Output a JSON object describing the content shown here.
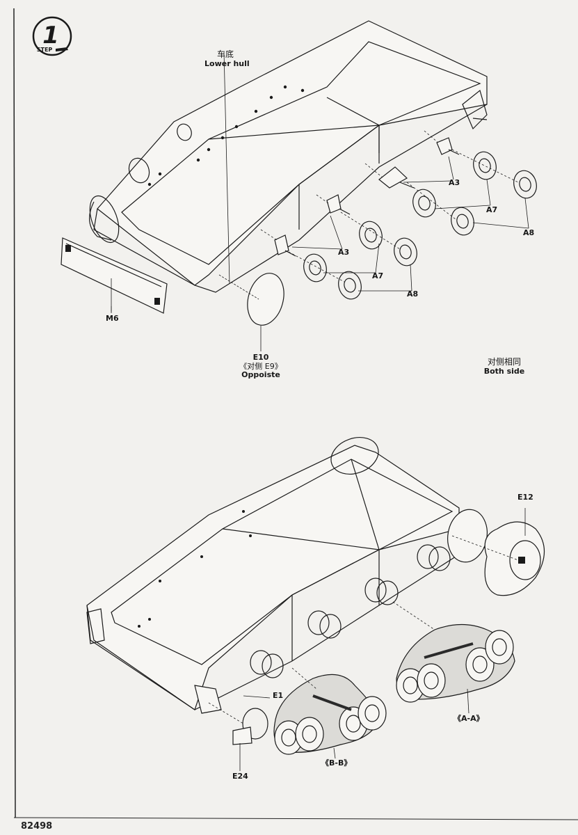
{
  "page": {
    "step_number": "1",
    "step_word": "STEP",
    "catalog_number": "82498"
  },
  "top_view": {
    "lower_hull_cn": "车底",
    "lower_hull_en": "Lower hull",
    "part_m6": "M6",
    "part_e10": "E10",
    "e10_note_cn": "《对侧  E9》",
    "e10_note_en": "Oppoiste",
    "a3_right": "A3",
    "a3_left": "A3",
    "a7_right": "A7",
    "a7_left": "A7",
    "a8_right": "A8",
    "a8_left": "A8",
    "both_side_cn": "对侧相同",
    "both_side_en": "Both side"
  },
  "bottom_view": {
    "part_e12": "E12",
    "part_e1": "E1",
    "part_e24": "E24",
    "section_aa": "《A-A》",
    "section_bb": "《B-B》"
  },
  "colors": {
    "line": "#1a1a1a",
    "paper": "#f2f1ee",
    "dark_fill": "#2a2a2a"
  }
}
